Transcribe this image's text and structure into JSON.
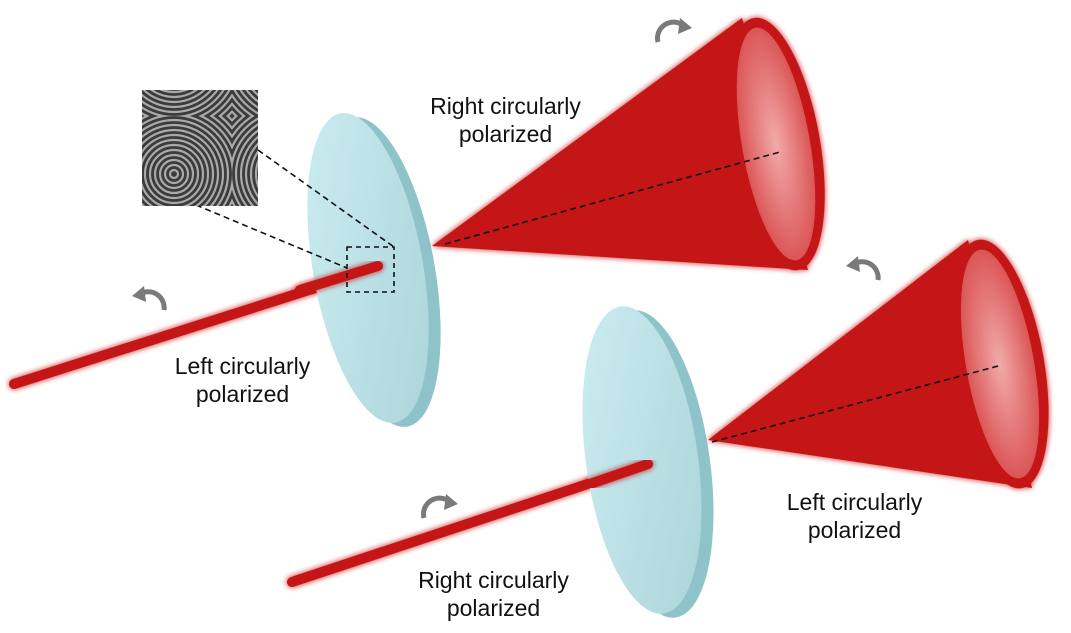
{
  "labels": {
    "top_input": [
      "Left circularly",
      "polarized"
    ],
    "top_output": [
      "Right circularly",
      "polarized"
    ],
    "bottom_input": [
      "Right circularly",
      "polarized"
    ],
    "bottom_output": [
      "Left circularly",
      "polarized"
    ]
  },
  "colors": {
    "beam": "#c41414",
    "beam_glow": "#ff3b3b",
    "plate": "#bfe3e8",
    "plate_edge": "#8fc3ca",
    "arrow": "#7a7a7a"
  },
  "icons": [
    "rotation-arrow-icon",
    "zoom-box",
    "ring-pattern-inset"
  ]
}
